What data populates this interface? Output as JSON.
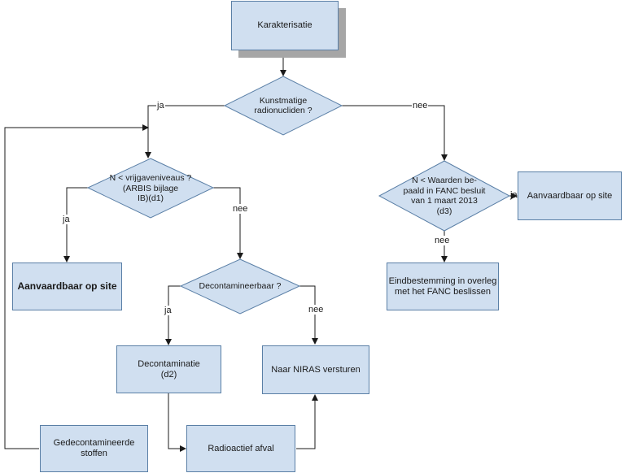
{
  "nodes": {
    "karakterisatie": "Karakterisatie",
    "kunstmatige": "Kunstmatige\nradionucliden ?",
    "vrijgave": "N < vrijgaveniveaus ?\n(ARBIS bijlage\nIB)(d1)",
    "fanc": "N < Waarden be-\npaald in FANC besluit\nvan 1 maart 2013\n(d3)",
    "aanvaardbaar_links": "Aanvaardbaar op site",
    "aanvaardbaar_rechts": "Aanvaardbaar op site",
    "eindbestemming": "Eindbestemming in overleg\nmet het FANC beslissen",
    "decontamineerbaar": "Decontamineerbaar ?",
    "decontaminatie": "Decontaminatie\n(d2)",
    "niras": "Naar NIRAS versturen",
    "gedecontamineerde": "Gedecontamineerde\nstoffen",
    "radioactief": "Radioactief afval"
  },
  "labels": {
    "ja_1": "ja",
    "nee_1": "nee",
    "ja_2": "ja",
    "nee_2": "nee",
    "ja_3": "ja",
    "nee_3": "nee",
    "ja_4": "ja",
    "nee_4": "nee"
  },
  "colors": {
    "fill": "#d0dff0",
    "border": "#5a7fa6",
    "shadow": "#a6a6a6",
    "line": "#1a1a1a"
  }
}
